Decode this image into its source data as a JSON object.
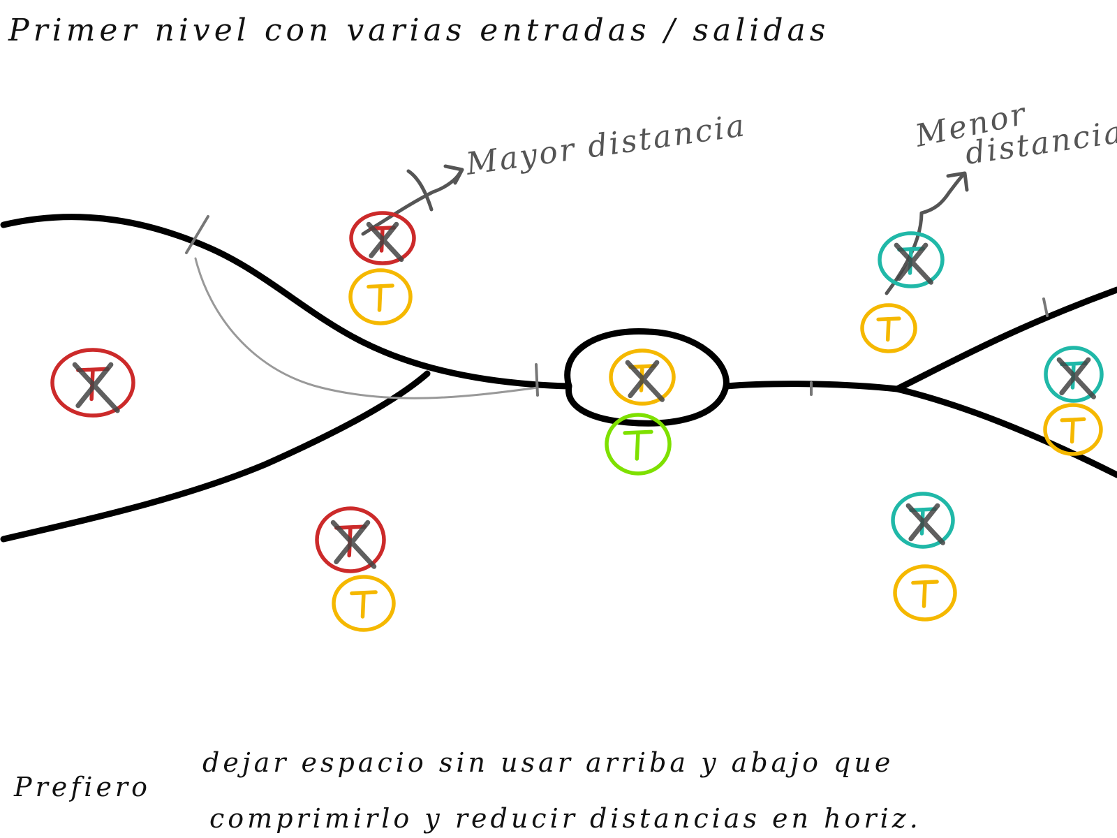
{
  "title": "Primer nivel con varias entradas / salidas",
  "annotations": {
    "mayor_distancia": "Mayor distancia",
    "menor_distancia_line1": "Menor",
    "menor_distancia_line2": "distancia"
  },
  "note": {
    "label": "Prefiero",
    "line1": "dejar espacio sin usar arriba y abajo que",
    "line2": "comprimirlo y reducir distancias en horiz."
  },
  "markers": [
    {
      "id": "red-left",
      "letter": "T",
      "color": "#cc2a2a",
      "crossed": true
    },
    {
      "id": "red-top",
      "letter": "T",
      "color": "#cc2a2a",
      "crossed": true
    },
    {
      "id": "yellow-top",
      "letter": "T",
      "color": "#f5b800",
      "crossed": false
    },
    {
      "id": "yellow-center",
      "letter": "T",
      "color": "#f5b800",
      "crossed": true
    },
    {
      "id": "green-center",
      "letter": "T",
      "color": "#7ee000",
      "crossed": false
    },
    {
      "id": "red-bottom",
      "letter": "T",
      "color": "#cc2a2a",
      "crossed": true
    },
    {
      "id": "yellow-bottom-left",
      "letter": "T",
      "color": "#f5b800",
      "crossed": false
    },
    {
      "id": "teal-top-right",
      "letter": "T",
      "color": "#20b8a8",
      "crossed": true
    },
    {
      "id": "yellow-right-upper",
      "letter": "T",
      "color": "#f5b800",
      "crossed": false
    },
    {
      "id": "teal-far-right",
      "letter": "T",
      "color": "#20b8a8",
      "crossed": true
    },
    {
      "id": "yellow-far-right",
      "letter": "T",
      "color": "#f5b800",
      "crossed": false
    },
    {
      "id": "teal-bottom-right",
      "letter": "T",
      "color": "#20b8a8",
      "crossed": true
    },
    {
      "id": "yellow-bottom-right",
      "letter": "T",
      "color": "#f5b800",
      "crossed": false
    }
  ],
  "colors": {
    "road": "#000000",
    "alt_path": "#999999",
    "annotation": "#555555",
    "red": "#cc2a2a",
    "yellow": "#f5b800",
    "teal": "#20b8a8",
    "green": "#7ee000"
  }
}
